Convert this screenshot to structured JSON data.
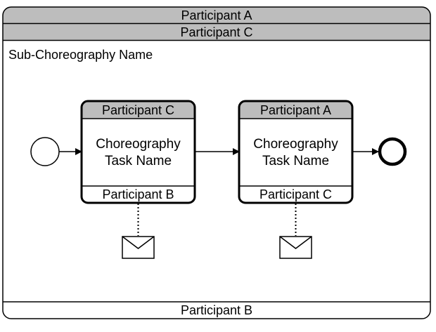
{
  "sub_choreography": {
    "top_participants": [
      "Participant A",
      "Participant C"
    ],
    "name": "Sub-Choreography Name",
    "bottom_participant": "Participant B"
  },
  "tasks": [
    {
      "initiating_participant": "Participant C",
      "name_lines": [
        "Choreography",
        "Task Name"
      ],
      "receiving_participant": "Participant B"
    },
    {
      "initiating_participant": "Participant A",
      "name_lines": [
        "Choreography",
        "Task Name"
      ],
      "receiving_participant": "Participant C"
    }
  ],
  "colors": {
    "initiating_band": "#bdbdbd",
    "outline": "#000000",
    "background": "#ffffff"
  },
  "icons": {
    "start_event": "start-event-circle",
    "end_event": "end-event-thick-circle",
    "message": "envelope-icon"
  }
}
